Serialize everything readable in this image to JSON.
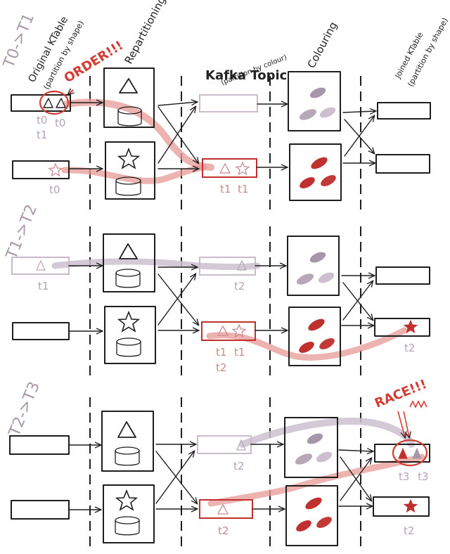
{
  "headers": {
    "original_title": "Original KTable",
    "original_sub": "(partition by shape)",
    "repartitioning": "Repartitioning",
    "kafka_title": "Kafka Topic",
    "kafka_sub": "(partition by colour)",
    "colouring": "Colouring",
    "joined_title": "Joined KTable",
    "joined_sub": "(partition by shape)"
  },
  "annotations": {
    "order": "ORDER!!!",
    "race": "RACE!!!"
  },
  "colors": {
    "ink": "#1e1e1e",
    "red": "#c0302f",
    "red_light": "#e79a95",
    "purple": "#a795aa",
    "purple_light": "#cdbfcf",
    "grey_label": "#b8a7b8"
  },
  "sections": [
    {
      "label": "T0->T1",
      "times": {
        "orig_top": [
          "t0",
          "t0",
          "t1"
        ],
        "orig_bottom": [
          "t0"
        ],
        "kafka_bottom": [
          "t1",
          "t1"
        ]
      }
    },
    {
      "label": "T1->T2",
      "times": {
        "orig_top": [
          "t1"
        ],
        "kafka_top": [
          "t2"
        ],
        "kafka_bottom": [
          "t1",
          "t1",
          "t2"
        ],
        "joined_bottom": [
          "t2"
        ]
      }
    },
    {
      "label": "T2->T3",
      "times": {
        "kafka_top": [
          "t2"
        ],
        "kafka_bottom": [
          "t2"
        ],
        "joined_top": [
          "t3",
          "t3"
        ],
        "joined_bottom": [
          "t2"
        ]
      }
    }
  ]
}
